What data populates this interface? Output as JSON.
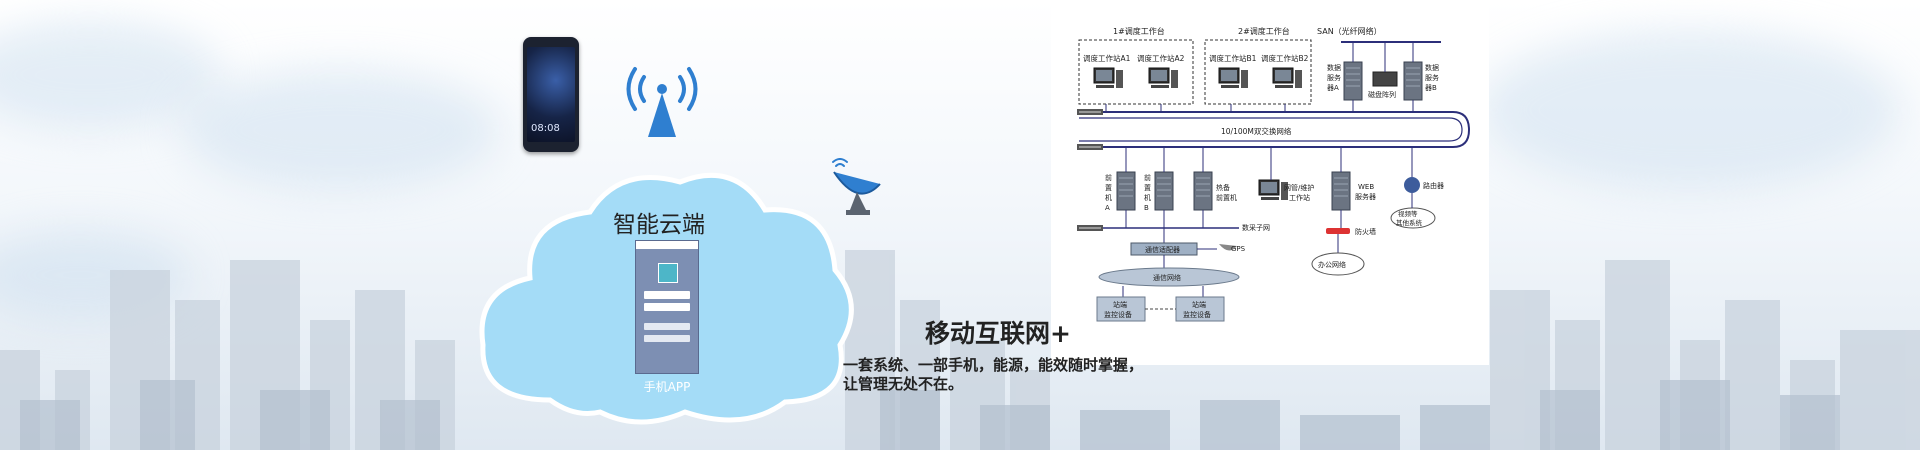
{
  "phone": {
    "clock": "08:08"
  },
  "cloud": {
    "title": "智能云端",
    "app_label": "手机APP"
  },
  "headline": "移动互联网+",
  "tagline_lines": [
    "一套系统、一部手机，能源，能效随时掌握，",
    "让管理无处不在。"
  ],
  "network": {
    "group1_title": "1#调度工作台",
    "group2_title": "2#调度工作台",
    "san_title": "SAN（光纤网络）",
    "ws_a1": "调度工作站A1",
    "ws_a2": "调度工作站A2",
    "ws_b1": "调度工作站B1",
    "ws_b2": "调度工作站B2",
    "db_server_a": [
      "数据",
      "服务",
      "器A"
    ],
    "disk_array": "磁盘阵列",
    "db_server_b": [
      "数据",
      "服务",
      "器B"
    ],
    "switch_network": "10/100M双交换网络",
    "front_a": [
      "前",
      "置",
      "机",
      "A"
    ],
    "front_b": [
      "前",
      "置",
      "机",
      "B"
    ],
    "hot_standby": [
      "热备",
      "前置机"
    ],
    "maintenance": [
      "网管/维护",
      "工作站"
    ],
    "web_server": [
      "WEB",
      "服务器"
    ],
    "router": "路由器",
    "data_subnet": "数采子网",
    "firewall": "防火墙",
    "video_system": [
      "视频等",
      "其他系统"
    ],
    "office_network": "办公网络",
    "comm_adapter": "通信适配器",
    "gps": "GPS",
    "comm_network": "通信网络",
    "station1": [
      "站端",
      "监控设备"
    ],
    "station2": [
      "站端",
      "监控设备"
    ]
  }
}
